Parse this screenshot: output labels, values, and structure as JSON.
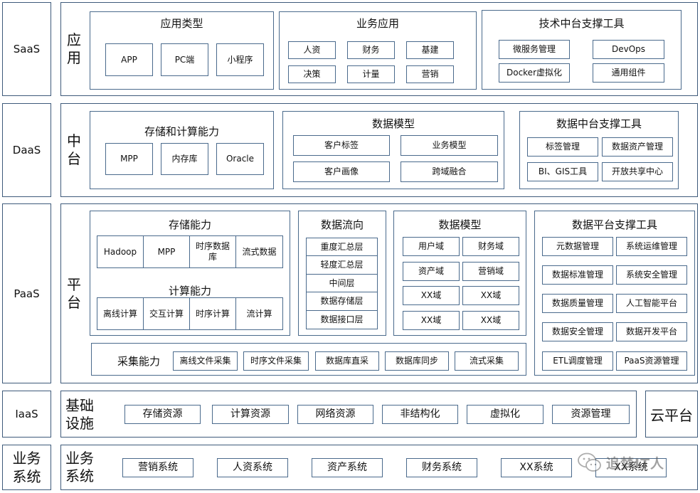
{
  "layers": {
    "saas": "SaaS",
    "daas": "DaaS",
    "paas": "PaaS",
    "iaas": "IaaS",
    "biz": "业务\n系统"
  },
  "saas": {
    "label": "应\n用",
    "app_types": {
      "title": "应用类型",
      "items": [
        "APP",
        "PC端",
        "小程序"
      ]
    },
    "biz_apps": {
      "title": "业务应用",
      "items": [
        "人资",
        "财务",
        "基建",
        "决策",
        "计量",
        "营销"
      ]
    },
    "tech_tools": {
      "title": "技术中台支撑工具",
      "items": [
        "微服务管理",
        "DevOps",
        "Docker虚拟化",
        "通用组件"
      ]
    }
  },
  "daas": {
    "label": "中\n台",
    "storage_compute": {
      "title": "存储和计算能力",
      "items": [
        "MPP",
        "内存库",
        "Oracle"
      ]
    },
    "data_model": {
      "title": "数据模型",
      "items": [
        "客户标签",
        "业务模型",
        "客户画像",
        "跨域融合"
      ]
    },
    "data_tools": {
      "title": "数据中台支撑工具",
      "items": [
        "标签管理",
        "数据资产管理",
        "BI、GIS工具",
        "开放共享中心"
      ]
    }
  },
  "paas": {
    "label": "平\n台",
    "storage": {
      "title": "存储能力",
      "items": [
        "Hadoop",
        "MPP",
        "时序数据\n库",
        "流式数据"
      ]
    },
    "compute": {
      "title": "计算能力",
      "items": [
        "离线计算",
        "交互计算",
        "时序计算",
        "流计算"
      ]
    },
    "flow": {
      "title": "数据流向",
      "items": [
        "重度汇总层",
        "轻度汇总层",
        "中间层",
        "数据存储层",
        "数据接口层"
      ]
    },
    "model": {
      "title": "数据模型",
      "items": [
        "用户域",
        "财务域",
        "资产域",
        "营销域",
        "XX域",
        "XX域",
        "XX域",
        "XX域"
      ]
    },
    "platform_tools": {
      "title": "数据平台支撑工具",
      "items": [
        "元数据管理",
        "系统运维管理",
        "数据标准管理",
        "系统安全管理",
        "数据质量管理",
        "人工智能平台",
        "数据安全管理",
        "数据开发平台",
        "ETL调度管理",
        "PaaS资源管理"
      ]
    },
    "collect": {
      "title": "采集能力",
      "items": [
        "离线文件采集",
        "时序文件采集",
        "数据库直采",
        "数据库同步",
        "流式采集"
      ]
    }
  },
  "iaas": {
    "label": "基础\n设施",
    "items": [
      "存储资源",
      "计算资源",
      "网络资源",
      "非结构化",
      "虚拟化",
      "资源管理"
    ],
    "cloud": "云平台"
  },
  "biz": {
    "label": "业务\n系统",
    "items": [
      "营销系统",
      "人资系统",
      "资产系统",
      "财务系统",
      "XX系统",
      "XX系统"
    ],
    "watermark": "追梦IT人"
  },
  "colors": {
    "border": "#3e5a7a",
    "text": "#111111"
  }
}
